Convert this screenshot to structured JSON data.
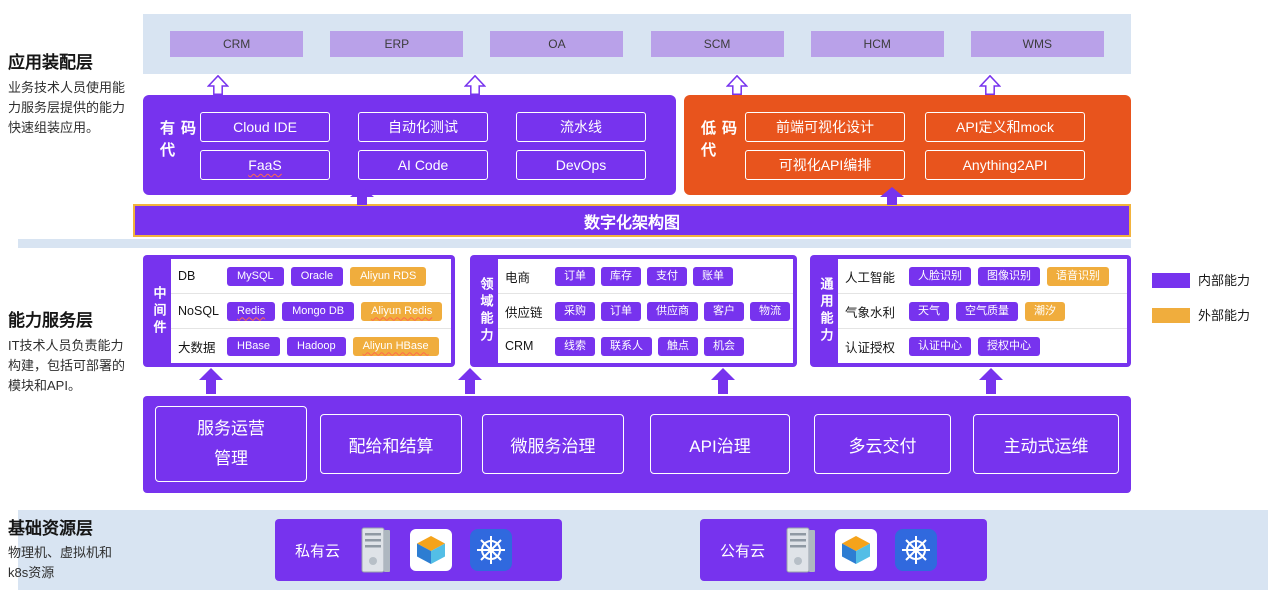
{
  "layers": {
    "app": {
      "title": "应用装配层",
      "desc": "业务技术人员使用能力服务层提供的能力快速组装应用。"
    },
    "capability": {
      "title": "能力服务层",
      "desc": "IT技术人员负责能力构建，包括可部署的模块和API。"
    },
    "resource": {
      "title": "基础资源层",
      "desc": "物理机、虚拟机和k8s资源"
    }
  },
  "top_apps": [
    "CRM",
    "ERP",
    "OA",
    "SCM",
    "HCM",
    "WMS"
  ],
  "pro_code": {
    "label": "有代码",
    "items": [
      "Cloud IDE",
      "自动化测试",
      "流水线",
      "FaaS",
      "AI Code",
      "DevOps"
    ]
  },
  "low_code": {
    "label": "低代码",
    "items": [
      "前端可视化设计",
      "API定义和mock",
      "可视化API编排",
      "Anything2API"
    ]
  },
  "banner": {
    "title": "数字化架构图"
  },
  "middleware": {
    "label": "中间件",
    "rows": [
      {
        "name": "DB",
        "tags": [
          "MySQL",
          "Oracle",
          "Aliyun RDS"
        ]
      },
      {
        "name": "NoSQL",
        "tags": [
          "Redis",
          "Mongo DB",
          "Aliyun Redis"
        ]
      },
      {
        "name": "大数据",
        "tags": [
          "HBase",
          "Hadoop",
          "Aliyun HBase"
        ]
      }
    ]
  },
  "domain": {
    "label": "领域能力",
    "rows": [
      {
        "name": "电商",
        "tags": [
          "订单",
          "库存",
          "支付",
          "账单"
        ]
      },
      {
        "name": "供应链",
        "tags": [
          "采购",
          "订单",
          "供应商",
          "客户",
          "物流"
        ]
      },
      {
        "name": "CRM",
        "tags": [
          "线索",
          "联系人",
          "触点",
          "机会"
        ]
      }
    ]
  },
  "general": {
    "label": "通用能力",
    "rows": [
      {
        "name": "人工智能",
        "tags": [
          "人脸识别",
          "图像识别",
          "语音识别"
        ]
      },
      {
        "name": "气象水利",
        "tags": [
          "天气",
          "空气质量",
          "潮汐"
        ]
      },
      {
        "name": "认证授权",
        "tags": [
          "认证中心",
          "授权中心"
        ]
      }
    ]
  },
  "legend": {
    "internal": "内部能力",
    "external": "外部能力"
  },
  "services": [
    "服务运营管理",
    "配给和结算",
    "微服务治理",
    "API治理",
    "多云交付",
    "主动式运维"
  ],
  "clouds": {
    "private": "私有云",
    "public": "公有云"
  },
  "icons": {
    "server": "server-icon",
    "vmware": "vmware-icon",
    "kubernetes": "kubernetes-icon"
  },
  "colors": {
    "purple": "#7733EE",
    "orange": "#E8541D",
    "yellow": "#F0AD3D",
    "light_blue": "#D8E4F2",
    "light_purple": "#B9A1E9"
  }
}
